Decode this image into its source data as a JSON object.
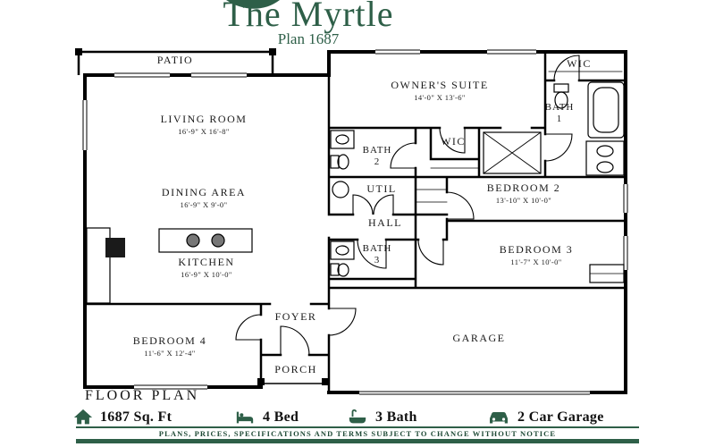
{
  "header": {
    "title": "The Myrtle",
    "subtitle": "Plan 1687"
  },
  "rooms": {
    "patio": {
      "name": "PATIO"
    },
    "living": {
      "name": "LIVING ROOM",
      "dims": "16'-9\" X 16'-8\""
    },
    "owners": {
      "name": "OWNER'S SUITE",
      "dims": "14'-0\" X 13'-6\""
    },
    "wic_top": {
      "name": "WIC"
    },
    "bath1": {
      "name": "BATH",
      "num": "1"
    },
    "wic_mid": {
      "name": "WIC"
    },
    "bath2": {
      "name": "BATH",
      "num": "2"
    },
    "dining": {
      "name": "DINING AREA",
      "dims": "16'-9\" X 9'-0\""
    },
    "util": {
      "name": "UTIL"
    },
    "hall": {
      "name": "HALL"
    },
    "bedroom2": {
      "name": "BEDROOM 2",
      "dims": "13'-10\" X 10'-0\""
    },
    "kitchen": {
      "name": "KITCHEN",
      "dims": "16'-9\" X 10'-0\""
    },
    "bath3": {
      "name": "BATH",
      "num": "3"
    },
    "bedroom3": {
      "name": "BEDROOM 3",
      "dims": "11'-7\" X 10'-0\""
    },
    "bedroom4": {
      "name": "BEDROOM 4",
      "dims": "11'-6\" X 12'-4\""
    },
    "foyer": {
      "name": "FOYER"
    },
    "porch": {
      "name": "PORCH"
    },
    "garage": {
      "name": "GARAGE"
    }
  },
  "footer": {
    "caption": "FLOOR PLAN",
    "stats": [
      {
        "icon": "house-icon",
        "label": "1687 Sq. Ft"
      },
      {
        "icon": "bed-icon",
        "label": "4 Bed"
      },
      {
        "icon": "bath-icon",
        "label": "3 Bath"
      },
      {
        "icon": "car-icon",
        "label": "2 Car Garage"
      }
    ],
    "disclaimer": "PLANS, PRICES, SPECIFICATIONS AND TERMS SUBJECT TO CHANGE WITHOUT NOTICE"
  },
  "colors": {
    "accent_green": "#2e5f48",
    "wall": "#000000"
  }
}
